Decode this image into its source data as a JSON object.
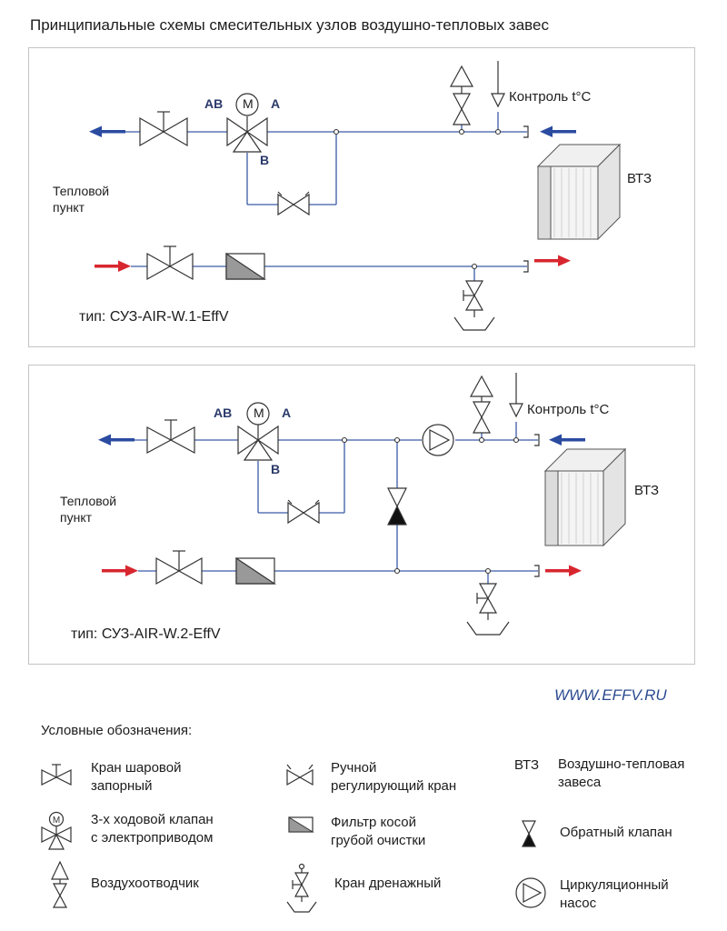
{
  "title": "Принципиальные схемы смесительных узлов воздушно-тепловых завес",
  "schemes": [
    {
      "label_ab": "АВ",
      "label_m": "M",
      "label_a": "А",
      "label_b": "В",
      "control": "Контроль t°C",
      "unit": "ВТЗ",
      "heat_point_1": "Тепловой",
      "heat_point_2": "пункт",
      "type": "тип: СУЗ-AIR-W.1-EffV"
    },
    {
      "label_ab": "АВ",
      "label_m": "M",
      "label_a": "А",
      "label_b": "В",
      "control": "Контроль t°C",
      "unit": "ВТЗ",
      "heat_point_1": "Тепловой",
      "heat_point_2": "пункт",
      "type": "тип: СУЗ-AIR-W.2-EffV"
    }
  ],
  "website": "WWW.EFFV.RU",
  "legend": {
    "title": "Условные обозначения:",
    "items": [
      {
        "icon": "ball-valve-icon",
        "lines": [
          "Кран шаровой",
          "запорный"
        ]
      },
      {
        "icon": "manual-regulating-valve-icon",
        "lines": [
          "Ручной",
          "регулирующий кран"
        ]
      },
      {
        "icon": "abbr",
        "abbr": "ВТЗ",
        "lines": [
          "Воздушно-тепловая",
          "завеса"
        ]
      },
      {
        "icon": "three-way-valve-icon",
        "icon_letter": "M",
        "lines": [
          "3-х ходовой клапан",
          "с электроприводом"
        ]
      },
      {
        "icon": "strainer-icon",
        "lines": [
          "Фильтр косой",
          "грубой очистки"
        ]
      },
      {
        "icon": "check-valve-icon",
        "lines": [
          "Обратный клапан"
        ]
      },
      {
        "icon": "air-vent-icon",
        "lines": [
          "Воздухоотводчик"
        ]
      },
      {
        "icon": "drain-valve-icon",
        "lines": [
          "Кран дренажный"
        ]
      },
      {
        "icon": "circulation-pump-icon",
        "lines": [
          "Циркуляционный",
          "насос"
        ]
      }
    ]
  },
  "colors": {
    "pipe": "#3b5aa6",
    "symbol": "#333333",
    "supply_arrow": "#d8262f",
    "return_arrow": "#2b4ba0",
    "filter_fill": "#999999",
    "label_blue": "#2a3a6a"
  }
}
